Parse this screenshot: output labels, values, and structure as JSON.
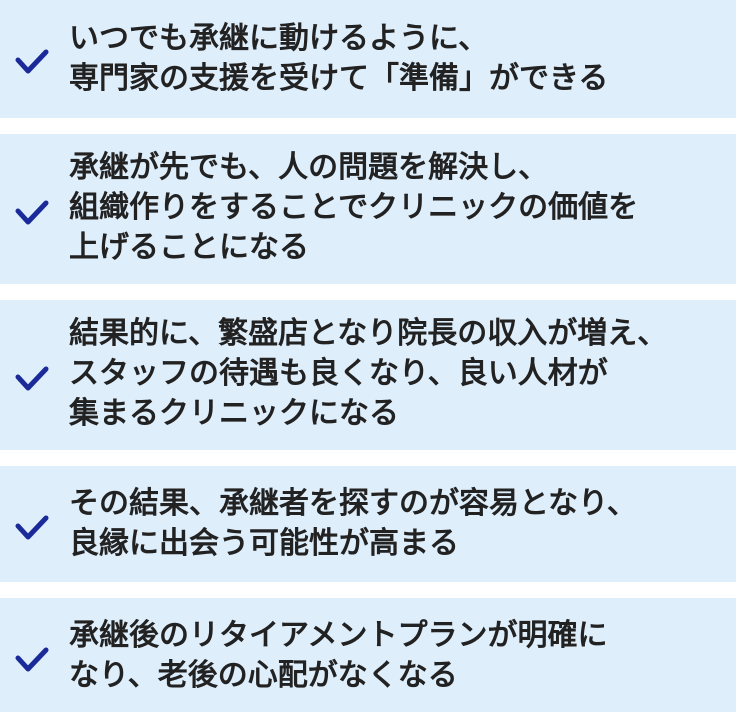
{
  "accent_color": "#1a2a99",
  "background_color": "#deeefb",
  "text_color": "#222222",
  "check_icon": "checkmark-icon",
  "items": [
    {
      "text": "いつでも承継に動けるように、\n専門家の支援を受けて「準備」ができる"
    },
    {
      "text": "承継が先でも、人の問題を解決し、\n組織作りをすることでクリニックの価値を\n上げることになる"
    },
    {
      "text": "結果的に、繁盛店となり院長の収入が増え、\nスタッフの待遇も良くなり、良い人材が\n集まるクリニックになる"
    },
    {
      "text": "その結果、承継者を探すのが容易となり、\n良縁に出会う可能性が高まる"
    },
    {
      "text": "承継後のリタイアメントプランが明確に\nなり、老後の心配がなくなる"
    }
  ]
}
